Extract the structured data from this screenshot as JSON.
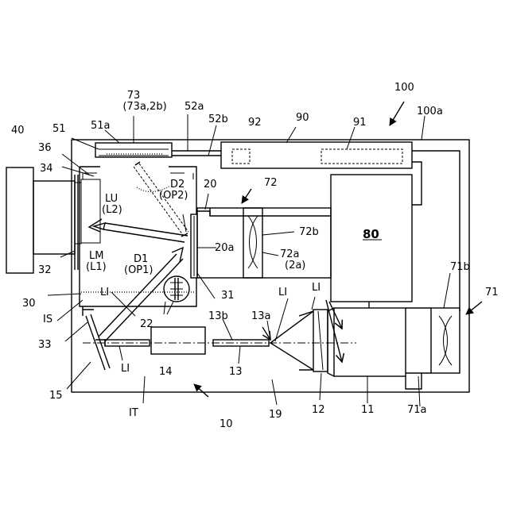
{
  "labels": {
    "l100": "100",
    "l100a": "100a",
    "l73": "73",
    "l73sub": "(73a,2b)",
    "l52a": "52a",
    "l52b": "52b",
    "l92": "92",
    "l90": "90",
    "l91": "91",
    "l40": "40",
    "l51": "51",
    "l51a": "51a",
    "l36": "36",
    "l34": "34",
    "lD2": "D2",
    "lOP2": "(OP2)",
    "l20": "20",
    "l72": "72",
    "lLU": "LU",
    "lL2": "(L2)",
    "l80": "80",
    "l72b": "72b",
    "lLM": "LM",
    "lL1": "(L1)",
    "lD1": "D1",
    "lOP1": "(OP1)",
    "l20a": "20a",
    "l72a": "72a",
    "l2a": "(2a)",
    "l32": "32",
    "l71b": "71b",
    "l71": "71",
    "l30": "30",
    "lLI1": "LI",
    "lLI2": "LI",
    "lLI3": "LI",
    "l31": "31",
    "lIS": "IS",
    "l22": "22",
    "l13b": "13b",
    "l13a": "13a",
    "l33": "33",
    "lLI4": "LI",
    "l14": "14",
    "l13": "13",
    "l15": "15",
    "l12": "12",
    "l11": "11",
    "l71a": "71a",
    "lIT": "IT",
    "l19": "19",
    "l10": "10"
  }
}
